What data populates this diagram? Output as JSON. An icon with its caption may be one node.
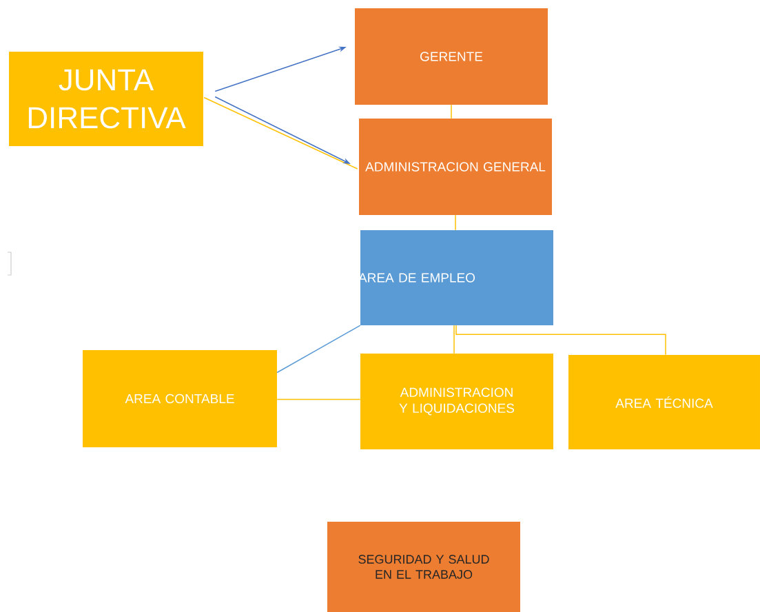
{
  "diagram": {
    "nodes": [
      {
        "text": [
          "JUNTA DIRECTIVA"
        ]
      },
      {
        "text": [
          "GERENTE"
        ]
      },
      {
        "text": [
          "ADMINISTRACION GENERAL"
        ]
      },
      {
        "text": [
          "AREA DE EMPLEO"
        ]
      },
      {
        "text": [
          "AREA CONTABLE"
        ]
      },
      {
        "text": [
          "ADMINISTRACION Y LIQUIDACIONES"
        ]
      },
      {
        "text": [
          "AREA TÉCNICA"
        ]
      },
      {
        "text": [
          "SEGURIDAD Y SALUD EN EL TRABAJO"
        ]
      }
    ],
    "edges": [
      {
        "from": 0,
        "to": 1,
        "arrow": "to",
        "color": "#4472c4"
      },
      {
        "from": 0,
        "to": 2,
        "arrow": "none"
      },
      {
        "from": 0,
        "to": 2,
        "arrow": "to",
        "color": "#4472c4"
      },
      {
        "from": 1,
        "to": 2,
        "arrow": "none"
      },
      {
        "from": 2,
        "to": 3,
        "arrow": "none"
      },
      {
        "from": 3,
        "to": 4,
        "arrow": "none",
        "color": "#5b9bd5"
      },
      {
        "from": 3,
        "to": 5,
        "arrow": "none"
      },
      {
        "from": 3,
        "to": 6,
        "arrow": "none"
      },
      {
        "from": 4,
        "to": 5,
        "arrow": "none"
      }
    ]
  }
}
